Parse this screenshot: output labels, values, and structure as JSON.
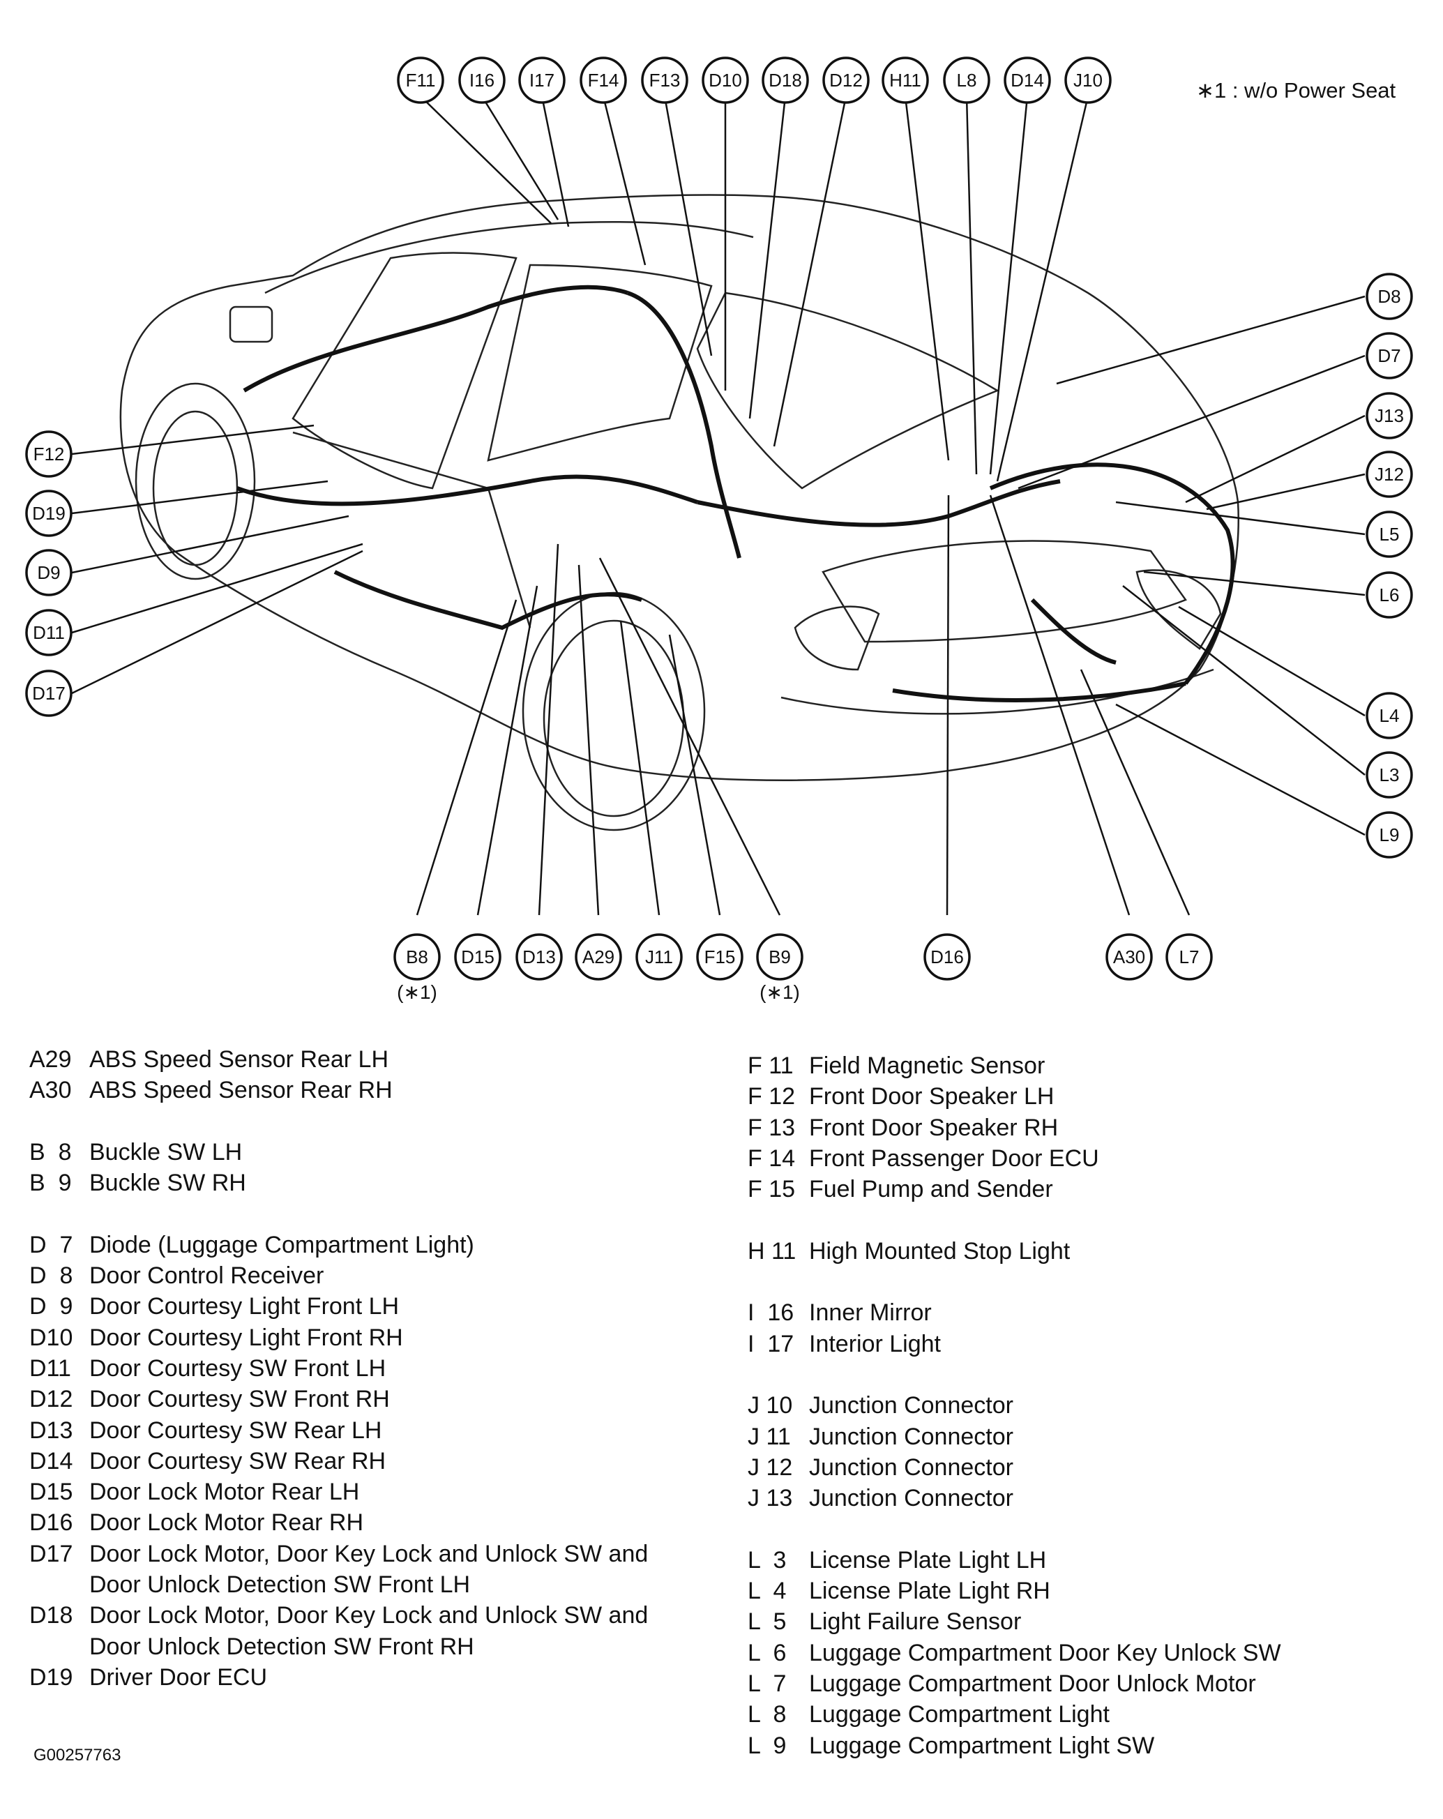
{
  "note": "∗1 : w/o Power Seat",
  "figure_id": "G00257763",
  "star_note": "(∗1)",
  "callouts": [
    {
      "code": "F11"
    },
    {
      "code": "I16"
    },
    {
      "code": "I17"
    },
    {
      "code": "F14"
    },
    {
      "code": "F13"
    },
    {
      "code": "D10"
    },
    {
      "code": "D18"
    },
    {
      "code": "D12"
    },
    {
      "code": "H11"
    },
    {
      "code": "L8"
    },
    {
      "code": "D14"
    },
    {
      "code": "J10"
    },
    {
      "code": "D8"
    },
    {
      "code": "D7"
    },
    {
      "code": "J13"
    },
    {
      "code": "J12"
    },
    {
      "code": "L5"
    },
    {
      "code": "L6"
    },
    {
      "code": "L4"
    },
    {
      "code": "L3"
    },
    {
      "code": "L9"
    },
    {
      "code": "F12"
    },
    {
      "code": "D19"
    },
    {
      "code": "D9"
    },
    {
      "code": "D11"
    },
    {
      "code": "D17"
    },
    {
      "code": "B8"
    },
    {
      "code": "D15"
    },
    {
      "code": "D13"
    },
    {
      "code": "A29"
    },
    {
      "code": "J11"
    },
    {
      "code": "F15"
    },
    {
      "code": "B9"
    },
    {
      "code": "D16"
    },
    {
      "code": "A30"
    },
    {
      "code": "L7"
    }
  ],
  "legend_left": [
    {
      "code": "A29",
      "desc": "ABS Speed Sensor Rear LH"
    },
    {
      "code": "A30",
      "desc": "ABS Speed Sensor Rear RH"
    },
    {
      "gap": true
    },
    {
      "code": "B  8",
      "desc": "Buckle SW LH"
    },
    {
      "code": "B  9",
      "desc": "Buckle SW RH"
    },
    {
      "gap": true
    },
    {
      "code": "D  7",
      "desc": "Diode (Luggage Compartment Light)"
    },
    {
      "code": "D  8",
      "desc": "Door Control Receiver"
    },
    {
      "code": "D  9",
      "desc": "Door Courtesy Light Front LH"
    },
    {
      "code": "D10",
      "desc": "Door Courtesy Light Front RH"
    },
    {
      "code": "D11",
      "desc": "Door Courtesy SW Front LH"
    },
    {
      "code": "D12",
      "desc": "Door Courtesy SW Front RH"
    },
    {
      "code": "D13",
      "desc": "Door Courtesy SW Rear LH"
    },
    {
      "code": "D14",
      "desc": "Door Courtesy SW Rear RH"
    },
    {
      "code": "D15",
      "desc": "Door Lock Motor Rear LH"
    },
    {
      "code": "D16",
      "desc": "Door Lock Motor Rear RH"
    },
    {
      "code": "D17",
      "desc": "Door Lock Motor, Door Key Lock and Unlock SW and"
    },
    {
      "code": "",
      "desc": "Door Unlock Detection SW Front LH"
    },
    {
      "code": "D18",
      "desc": "Door Lock Motor, Door Key Lock and Unlock SW and"
    },
    {
      "code": "",
      "desc": "Door Unlock Detection SW Front RH"
    },
    {
      "code": "D19",
      "desc": "Driver Door ECU"
    }
  ],
  "legend_right": [
    {
      "code": "F 11",
      "desc": "Field Magnetic Sensor"
    },
    {
      "code": "F 12",
      "desc": "Front Door Speaker LH"
    },
    {
      "code": "F 13",
      "desc": "Front Door Speaker RH"
    },
    {
      "code": "F 14",
      "desc": "Front Passenger Door ECU"
    },
    {
      "code": "F 15",
      "desc": "Fuel Pump and Sender"
    },
    {
      "gap": true
    },
    {
      "code": "H 11",
      "desc": "High Mounted Stop Light"
    },
    {
      "gap": true
    },
    {
      "code": "I  16",
      "desc": "Inner Mirror"
    },
    {
      "code": "I  17",
      "desc": "Interior Light"
    },
    {
      "gap": true
    },
    {
      "code": "J 10",
      "desc": "Junction Connector"
    },
    {
      "code": "J 11",
      "desc": "Junction Connector"
    },
    {
      "code": "J 12",
      "desc": "Junction Connector"
    },
    {
      "code": "J 13",
      "desc": "Junction Connector"
    },
    {
      "gap": true
    },
    {
      "code": "L  3",
      "desc": "License Plate Light LH"
    },
    {
      "code": "L  4",
      "desc": "License Plate Light RH"
    },
    {
      "code": "L  5",
      "desc": "Light Failure Sensor"
    },
    {
      "code": "L  6",
      "desc": "Luggage Compartment Door Key Unlock SW"
    },
    {
      "code": "L  7",
      "desc": "Luggage Compartment Door Unlock Motor"
    },
    {
      "code": "L  8",
      "desc": "Luggage Compartment Light"
    },
    {
      "code": "L  9",
      "desc": "Luggage Compartment Light SW"
    }
  ]
}
